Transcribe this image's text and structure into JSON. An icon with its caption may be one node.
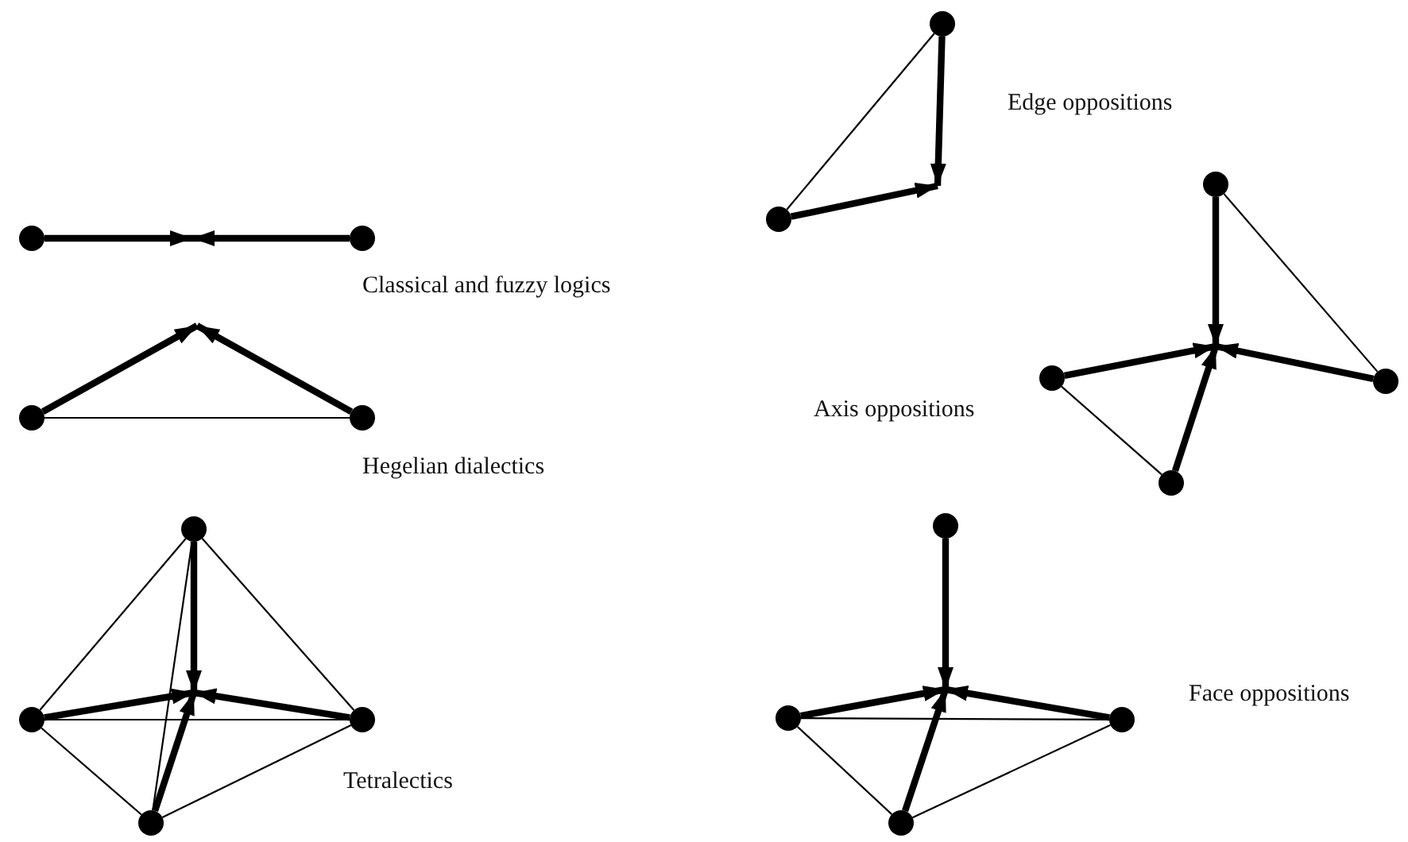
{
  "diagram": {
    "nodes": [
      {
        "text": [],
        "shape": "circle"
      },
      {
        "text": [],
        "shape": "circle"
      },
      {
        "text": [],
        "shape": "circle"
      },
      {
        "text": [],
        "shape": "circle"
      },
      {
        "text": [],
        "shape": "circle"
      },
      {
        "text": [],
        "shape": "circle"
      },
      {
        "text": [],
        "shape": "circle"
      },
      {
        "text": [],
        "shape": "circle"
      },
      {
        "text": [],
        "shape": "circle"
      },
      {
        "text": [],
        "shape": "circle"
      },
      {
        "text": [],
        "shape": "circle"
      },
      {
        "text": [],
        "shape": "circle"
      },
      {
        "text": [],
        "shape": "circle"
      },
      {
        "text": [],
        "shape": "circle"
      },
      {
        "text": [],
        "shape": "circle"
      },
      {
        "text": [],
        "shape": "circle"
      },
      {
        "text": [],
        "shape": "circle"
      },
      {
        "text": [],
        "shape": "circle"
      }
    ],
    "edges": [
      {
        "from": 0,
        "to": null,
        "arrow": "to"
      },
      {
        "from": 1,
        "to": null,
        "arrow": "to"
      },
      {
        "from": 2,
        "to": null,
        "arrow": "to"
      },
      {
        "from": 3,
        "to": null,
        "arrow": "to"
      },
      {
        "from": 2,
        "to": 3,
        "arrow": "none"
      },
      {
        "from": 4,
        "to": null,
        "arrow": "to"
      },
      {
        "from": 5,
        "to": null,
        "arrow": "to"
      },
      {
        "from": 6,
        "to": null,
        "arrow": "to"
      },
      {
        "from": 7,
        "to": null,
        "arrow": "to"
      },
      {
        "from": 4,
        "to": 5,
        "arrow": "none"
      },
      {
        "from": 4,
        "to": 6,
        "arrow": "none"
      },
      {
        "from": 5,
        "to": 6,
        "arrow": "none"
      },
      {
        "from": 5,
        "to": 7,
        "arrow": "none"
      },
      {
        "from": 7,
        "to": 6,
        "arrow": "none"
      },
      {
        "from": 4,
        "to": 7,
        "arrow": "none"
      },
      {
        "from": 8,
        "to": null,
        "arrow": "to"
      },
      {
        "from": 9,
        "to": null,
        "arrow": "to"
      },
      {
        "from": 8,
        "to": 9,
        "arrow": "none"
      },
      {
        "from": 10,
        "to": null,
        "arrow": "to"
      },
      {
        "from": 11,
        "to": null,
        "arrow": "to"
      },
      {
        "from": 12,
        "to": null,
        "arrow": "to"
      },
      {
        "from": 13,
        "to": null,
        "arrow": "to"
      },
      {
        "from": 10,
        "to": 12,
        "arrow": "none"
      },
      {
        "from": 11,
        "to": 13,
        "arrow": "none"
      },
      {
        "from": 14,
        "to": null,
        "arrow": "to"
      },
      {
        "from": 15,
        "to": null,
        "arrow": "to"
      },
      {
        "from": 16,
        "to": null,
        "arrow": "to"
      },
      {
        "from": 17,
        "to": null,
        "arrow": "to"
      },
      {
        "from": 15,
        "to": 16,
        "arrow": "none"
      },
      {
        "from": 15,
        "to": 17,
        "arrow": "none"
      },
      {
        "from": 17,
        "to": 16,
        "arrow": "none"
      }
    ],
    "labels": [
      "Edge oppositions",
      "Classical and fuzzy logics",
      "Axis oppositions",
      "Hegelian dialectics",
      "Face oppositions",
      "Tetralectics"
    ]
  }
}
